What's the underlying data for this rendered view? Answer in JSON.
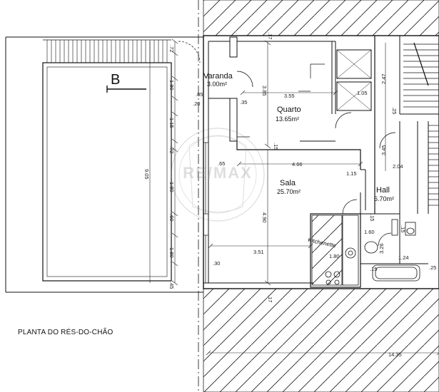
{
  "plan": {
    "caption": "PLANTA DO RÉS-DO-CHÃO",
    "section_marker": "B",
    "watermark": "RE/MAX",
    "rooms": [
      {
        "name": "Varanda",
        "area": "3.00m²"
      },
      {
        "name": "Quarto",
        "area": "13.65m²"
      },
      {
        "name": "Sala",
        "area": "25.70m²"
      },
      {
        "name": "Hall",
        "area": "6.70m²"
      },
      {
        "name": "Kitchenette",
        "area": ""
      }
    ],
    "dimensions": {
      "d_355": "3.55",
      "d_466": "4.66",
      "d_351": "3.51",
      "d_905": "9.05",
      "d_385": "3.85",
      "d_345": "3.45",
      "d_490": "4.90",
      "d_247": "2.47",
      "d_1435": "14.35",
      "d_180_top": "1.80",
      "d_115_left": "1.15",
      "d_72_a": ".72",
      "d_72_b": ".72",
      "d_180_mid": "1.80",
      "d_60": ".60",
      "d_180_low": "1.80",
      "d_45": ".45",
      "d_85": ".85",
      "d_20": ".20",
      "d_35": ".35",
      "d_65": ".65",
      "d_30": ".30",
      "d_15_a": ".15",
      "d_115_sala": "1.15",
      "d_15_b": ".15",
      "d_15_c": ".15",
      "d_17_top": ".17",
      "d_17_bot": ".17",
      "d_25_a": ".25",
      "d_25_b": ".25",
      "d_105": "1.05",
      "d_204": "2.04",
      "d_160": "1.60",
      "d_180_k": "1.80",
      "d_326": "3.26",
      "d_124": "1.24",
      "d_15_d": ".15"
    }
  }
}
